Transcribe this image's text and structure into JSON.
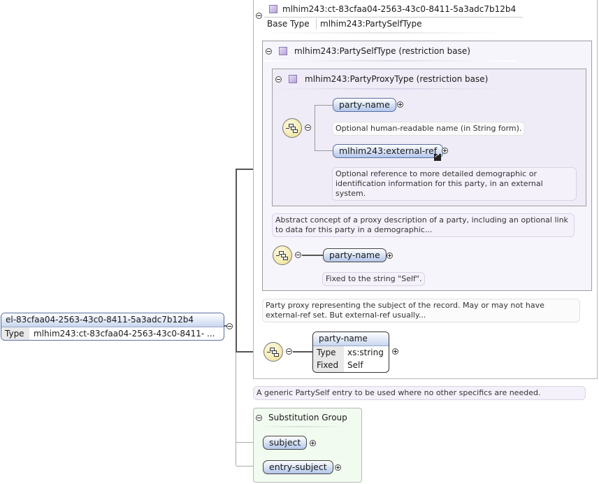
{
  "root_element": {
    "name": "el-83cfaa04-2563-43c0-8411-5a3adc7b12b4",
    "type_label": "Type",
    "type_value": "mlhim243:ct-83cfaa04-2563-43c0-8411- ..."
  },
  "complex_type": {
    "name": "mlhim243:ct-83cfaa04-2563-43c0-8411-5a3adc7b12b4",
    "base_type_label": "Base Type",
    "base_type_value": "mlhim243:PartySelfType"
  },
  "party_self_type": {
    "title": "mlhim243:PartySelfType (restriction base)",
    "party_proxy_type": {
      "title": "mlhim243:PartyProxyType (restriction base)",
      "party_name": "party-name",
      "party_name_doc": "Optional human-readable name (in String form).",
      "external_ref": "mlhim243:external-ref",
      "external_ref_doc": "Optional reference to more detailed demographic or identification information for this party, in an external system."
    },
    "proxy_doc": "Abstract concept of a proxy description of a party, including an optional link to data for this party in a demographic...",
    "party_name": "party-name",
    "party_name_doc": "Fixed to the string \"Self\"."
  },
  "self_doc": "Party proxy representing the subject of the record. May or may not have external-ref set. But external-ref usually...",
  "final_party_name": {
    "name": "party-name",
    "type_label": "Type",
    "type_value": "xs:string",
    "fixed_label": "Fixed",
    "fixed_value": "Self"
  },
  "entry_doc": "A generic PartySelf entry to be used where no other specifics are needed.",
  "substitution_group": {
    "title": "Substitution Group",
    "items": [
      "subject",
      "entry-subject"
    ]
  }
}
